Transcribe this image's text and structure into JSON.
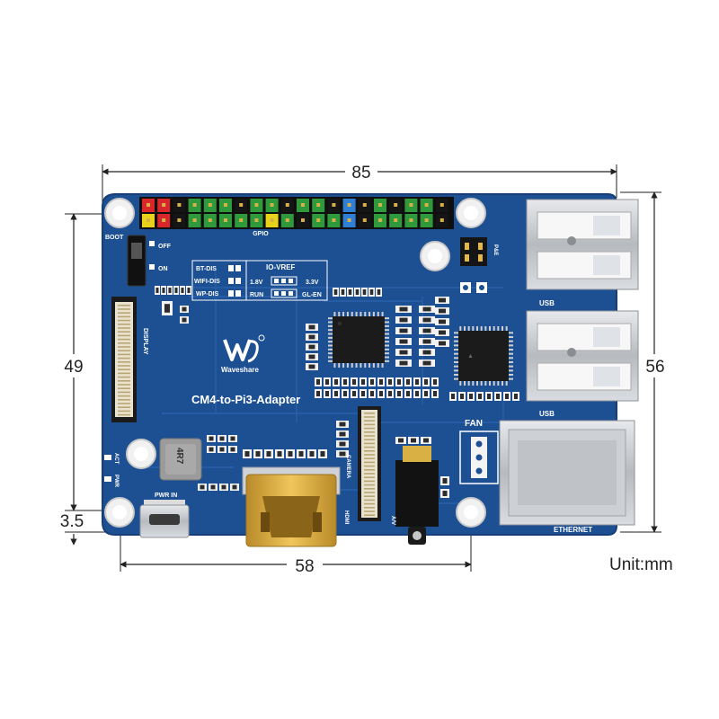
{
  "dimensions": {
    "board_width": "85",
    "board_height": "56",
    "hole_spacing_horizontal": "58",
    "hole_spacing_vertical": "49",
    "hole_offset": "3.5",
    "unit_label": "Unit:mm"
  },
  "board": {
    "title": "CM4-to-Pi3-Adapter",
    "brand": "Waveshare",
    "labels": {
      "boot": "BOOT",
      "off": "OFF",
      "on": "ON",
      "gpio": "GPIO",
      "display": "DISPLAY",
      "camera": "CAMERA",
      "hdmi": "HDMI",
      "av": "A/V",
      "fan": "FAN",
      "usb_top": "USB",
      "usb_bottom": "USB",
      "ethernet": "ETHERNET",
      "pwr_in": "PWR IN",
      "act": "ACT",
      "pwr": "PWR",
      "bt_dis": "BT-DIS",
      "wifi_dis": "WIFI-DIS",
      "wp_dis": "WP-DIS",
      "io_vref": "IO-VREF",
      "v18": "1.8V",
      "v33": "3.3V",
      "run": "RUN",
      "gl_en": "GL-EN",
      "inductor": "4R7",
      "poe": "P&E"
    }
  },
  "colors": {
    "pcb": "#1d4f93",
    "pcb_edge": "#163f78",
    "silkscreen": "#ffffff",
    "header_green": "#2e9a3c",
    "header_black": "#151515",
    "header_red": "#d8262b",
    "header_yellow": "#e8d21a",
    "header_blue": "#2f7fd6",
    "metal": "#c9ccd0",
    "gold": "#d6a73a"
  }
}
